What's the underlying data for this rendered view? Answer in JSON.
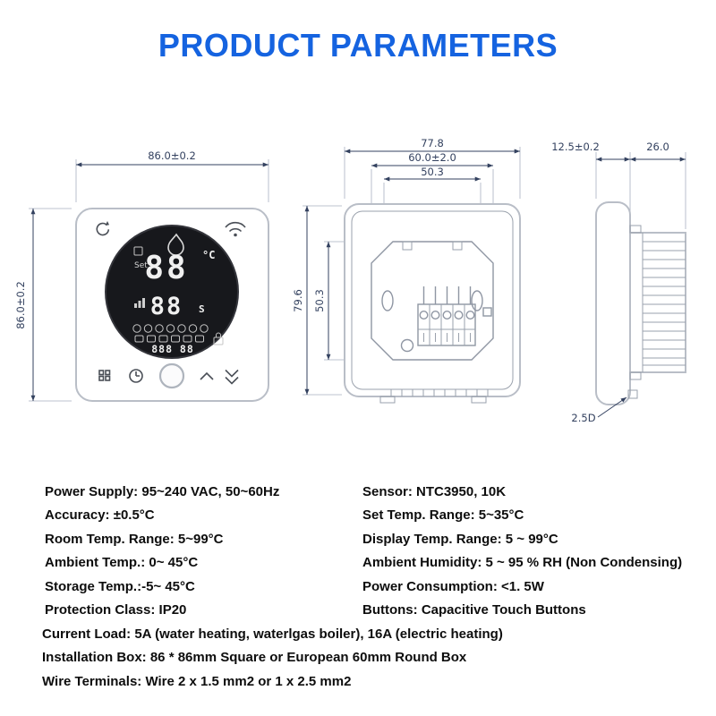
{
  "title": "PRODUCT PARAMETERS",
  "diagram": {
    "front": {
      "width": "86.0±0.2",
      "height": "86.0±0.2"
    },
    "back": {
      "outer_width": "77.8",
      "box_width": "60.0±2.0",
      "inner_width": "50.3",
      "outer_height": "79.6",
      "inner_height": "50.3"
    },
    "side": {
      "panel_depth": "12.5±0.2",
      "body_depth": "26.0",
      "clip": "2.5D"
    }
  },
  "display": {
    "temp_main": "88",
    "unit": "°C",
    "set_label": "Set",
    "temp_sub": "88",
    "sub_unit": "S",
    "bottom_digits": "888 88"
  },
  "specs": {
    "left": [
      "Power Supply: 95~240 VAC, 50~60Hz",
      "Accuracy: ±0.5°C",
      "Room Temp. Range: 5~99°C",
      "Ambient Temp.: 0~ 45°C",
      "Storage Temp.:-5~ 45°C",
      "Protection Class: IP20"
    ],
    "right": [
      "Sensor: NTC3950, 10K",
      "Set Temp. Range: 5~35°C",
      "Display Temp. Range: 5 ~ 99°C",
      "Ambient Humidity: 5 ~ 95 % RH (Non Condensing)",
      "Power Consumption: <1. 5W",
      "Buttons: Capacitive Touch Buttons"
    ],
    "full": [
      "Current Load: 5A (water heating, waterlgas boiler),  16A (electric heating)",
      "Installation Box: 86 * 86mm Square or European 60mm Round Box",
      "Wire Terminals: Wire 2 x 1.5 mm2 or 1 x 2.5 mm2"
    ]
  }
}
